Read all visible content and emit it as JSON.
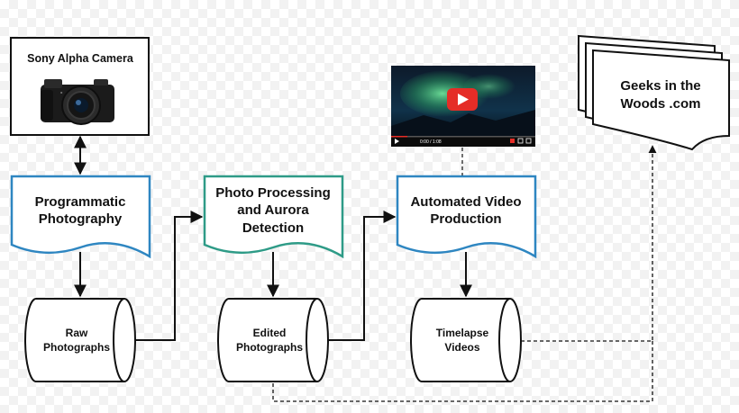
{
  "camera": {
    "label": "Sony Alpha Camera",
    "icon": "camera-icon"
  },
  "processes": [
    {
      "id": "programmatic-photography",
      "lines": [
        "Programmatic",
        "Photography"
      ],
      "color": "#2e86c1"
    },
    {
      "id": "photo-processing",
      "lines": [
        "Photo Processing",
        "and Aurora",
        "Detection"
      ],
      "color": "#2e9b87"
    },
    {
      "id": "automated-video",
      "lines": [
        "Automated Video",
        "Production"
      ],
      "color": "#2e86c1"
    }
  ],
  "stores": [
    {
      "id": "raw-photographs",
      "lines": [
        "Raw",
        "Photographs"
      ]
    },
    {
      "id": "edited-photographs",
      "lines": [
        "Edited",
        "Photographs"
      ]
    },
    {
      "id": "timelapse-videos",
      "lines": [
        "Timelapse",
        "Videos"
      ]
    }
  ],
  "website": {
    "lines": [
      "Geeks in the",
      "Woods .com"
    ]
  },
  "video_thumbnail": {
    "play_icon": "youtube-play-icon",
    "time_text": "0:00 / 1:08"
  },
  "colors": {
    "stroke": "#111111",
    "youtube_red": "#e52d27"
  }
}
